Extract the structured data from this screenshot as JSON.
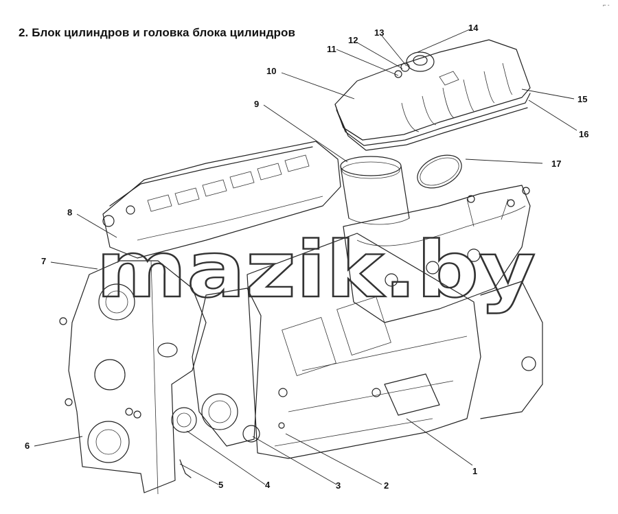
{
  "title": "2. Блок цилиндров и головка блока цилиндров",
  "watermark": "mazik.by",
  "corner_mark": "⌐ -",
  "callouts": [
    "1",
    "2",
    "3",
    "4",
    "5",
    "6",
    "7",
    "8",
    "9",
    "10",
    "11",
    "12",
    "13",
    "14",
    "15",
    "16",
    "17"
  ]
}
